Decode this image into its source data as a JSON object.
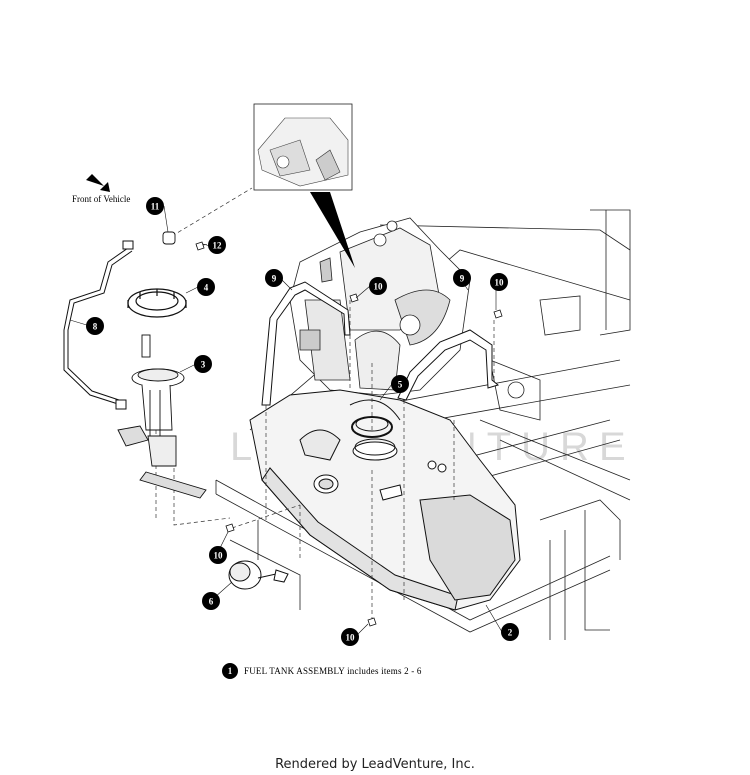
{
  "front_of_vehicle_label": "Front of Vehicle",
  "watermark": "LEADVENTURE",
  "callouts": [
    "1",
    "2",
    "3",
    "4",
    "5",
    "6",
    "8",
    "9",
    "9",
    "10",
    "10",
    "10",
    "10",
    "11",
    "12"
  ],
  "legend": {
    "number": "1",
    "text": "FUEL TANK ASSEMBLY includes items 2 - 6"
  },
  "footer": "Rendered by LeadVenture, Inc."
}
